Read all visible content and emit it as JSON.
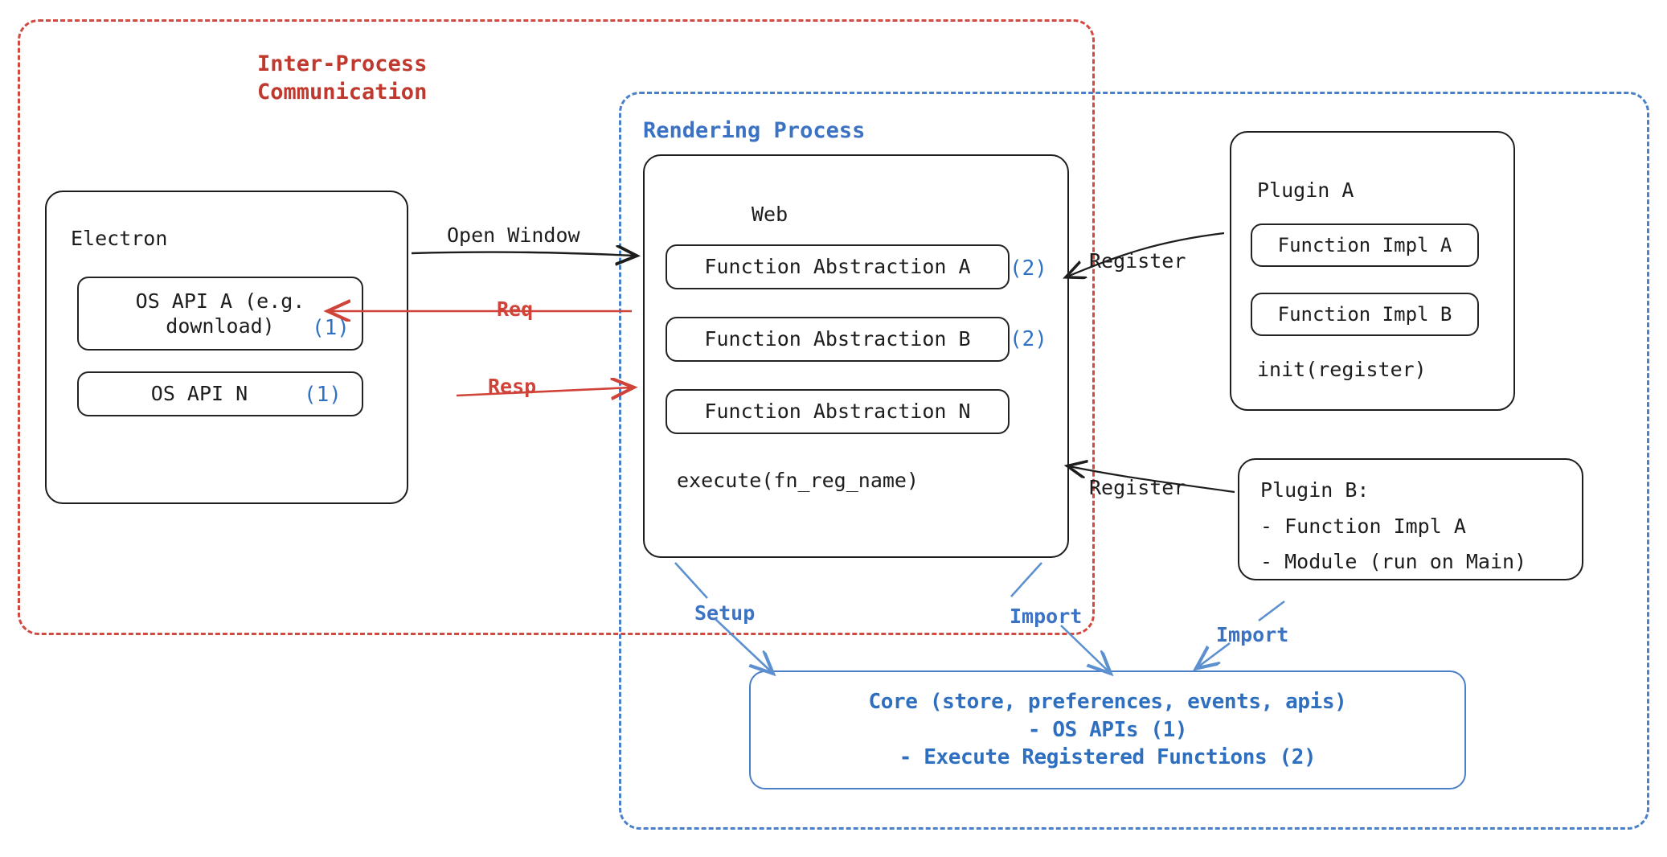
{
  "diagram": {
    "title": "Electron Plugin Architecture",
    "colors": {
      "red": "#cf4339",
      "blue": "#3b72c4",
      "black": "#1d1d1d",
      "core_blue": "#2f6fc0",
      "marker_blue": "#2f72c4"
    }
  },
  "groups": {
    "ipc": {
      "label": "Inter-Process\nCommunication",
      "style": "dashed",
      "color": "#d14a42"
    },
    "rendering": {
      "label": "Rendering Process",
      "style": "dashed",
      "color": "#4a80c8"
    }
  },
  "electron": {
    "title": "Electron",
    "items": [
      {
        "label": "OS API A (e.g.\ndownload)",
        "marker": "(1)"
      },
      {
        "label": "OS API N",
        "marker": "(1)"
      }
    ]
  },
  "web": {
    "title": "Web",
    "items": [
      {
        "label": "Function Abstraction A",
        "marker": "(2)"
      },
      {
        "label": "Function Abstraction B",
        "marker": "(2)"
      },
      {
        "label": "Function Abstraction N",
        "marker": ""
      }
    ],
    "footer": "execute(fn_reg_name)"
  },
  "plugin_a": {
    "title": "Plugin A",
    "items": [
      {
        "label": "Function Impl A"
      },
      {
        "label": "Function Impl B"
      }
    ],
    "footer": "init(register)"
  },
  "plugin_b": {
    "lines": [
      "Plugin B:",
      "- Function Impl A",
      "- Module (run on Main)"
    ]
  },
  "core": {
    "lines": [
      "Core (store, preferences, events, apis)",
      "- OS APIs (1)",
      "- Execute Registered Functions (2)"
    ]
  },
  "edges": [
    {
      "id": "open-window",
      "label": "Open Window",
      "color": "black",
      "from": "electron",
      "to": "web"
    },
    {
      "id": "req",
      "label": "Req",
      "color": "red",
      "from": "web",
      "to": "electron"
    },
    {
      "id": "resp",
      "label": "Resp",
      "color": "red",
      "from": "electron",
      "to": "web"
    },
    {
      "id": "register-a",
      "label": "Register",
      "color": "black",
      "from": "plugin-a",
      "to": "web"
    },
    {
      "id": "register-b",
      "label": "Register",
      "color": "black",
      "from": "plugin-b",
      "to": "web"
    },
    {
      "id": "setup",
      "label": "Setup",
      "color": "blue",
      "from": "web",
      "to": "core"
    },
    {
      "id": "import-1",
      "label": "Import",
      "color": "blue",
      "from": "web",
      "to": "core"
    },
    {
      "id": "import-2",
      "label": "Import",
      "color": "blue",
      "from": "plugin-b",
      "to": "core"
    }
  ]
}
